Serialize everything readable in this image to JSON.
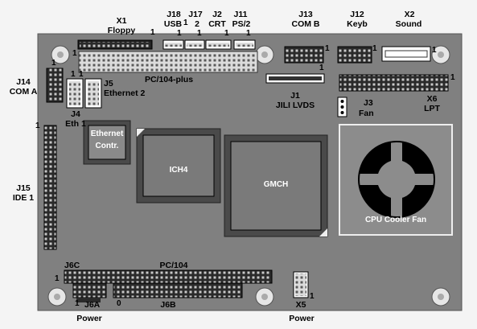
{
  "colors": {
    "background": "#f4f4f4",
    "board": "#808080",
    "chip_body": "#7a7a7a",
    "connector": "#d8d8d8",
    "cpu_cooler": "#000000"
  },
  "icons": [
    "mounting-hole-icon",
    "fan-icon"
  ],
  "labels": {
    "x1": "X1",
    "floppy": "Floppy",
    "j18": "J18",
    "usb": "USB",
    "j17": "J17",
    "two": "2",
    "j2": "J2",
    "crt": "CRT",
    "j11": "J11",
    "ps2": "PS/2",
    "j13": "J13",
    "comb": "COM B",
    "j12": "J12",
    "keyb": "Keyb",
    "x2": "X2",
    "sound": "Sound",
    "j14": "J14",
    "coma": "COM A",
    "j5": "J5",
    "eth2": "Ethernet 2",
    "pc104plus": "PC/104-plus",
    "j1": "J1",
    "jililvds": "JILI LVDS",
    "j3": "J3",
    "fan": "Fan",
    "x6": "X6",
    "lpt": "LPT",
    "j4": "J4",
    "eth1": "Eth 1",
    "eth_contr_1": "Ethernet",
    "eth_contr_2": "Contr.",
    "ich4": "ICH4",
    "gmch": "GMCH",
    "cpu_fan": "CPU Cooler Fan",
    "j15": "J15",
    "ide1": "IDE 1",
    "j6c": "J6C",
    "pc104": "PC/104",
    "j6a": "J6A",
    "zero": "0",
    "j6b": "J6B",
    "x5": "X5",
    "power_left": "Power",
    "power_right": "Power",
    "pin_one": "1"
  }
}
